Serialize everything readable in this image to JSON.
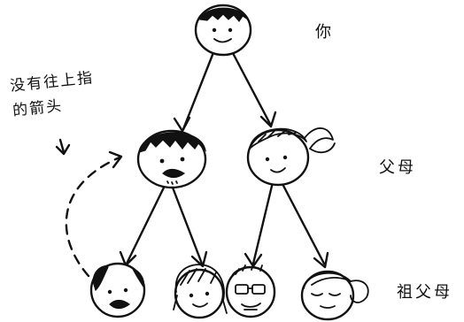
{
  "labels": {
    "you": "你",
    "parents": "父母",
    "grandparents": "祖父母"
  },
  "annotation": {
    "line1": "没有往上指",
    "line2": "的箭头"
  }
}
